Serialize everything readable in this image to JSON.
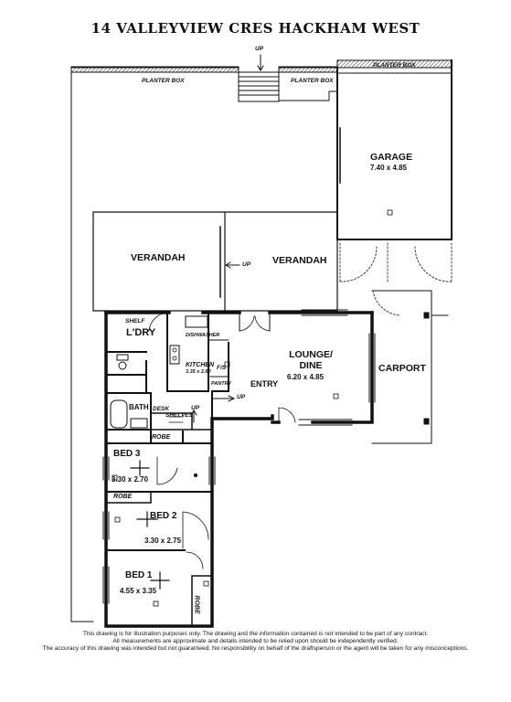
{
  "title": "14 VALLEYVIEW CRES HACKHAM WEST",
  "labels": {
    "up_top": "UP",
    "planter_left": "PLANTER BOX",
    "planter_mid": "PLANTER BOX",
    "planter_right": "PLANTER BOX",
    "garage": "GARAGE",
    "garage_dim": "7.40 x 4.85",
    "verandah_left": "VERANDAH",
    "verandah_right": "VERANDAH",
    "up_verandah": "UP",
    "shelf": "SHELF",
    "laundry": "L'DRY",
    "dishwasher": "DISHWASHER",
    "kitchen": "KITCHEN",
    "kitchen_dim": "3.35 x 2.60",
    "fs": "F/S",
    "pantry": "PANTRY",
    "lounge": "LOUNGE/",
    "dine": "DINE",
    "lounge_dim": "6.20 x 4.85",
    "carport": "CARPORT",
    "entry": "ENTRY",
    "up_entry": "UP",
    "bath": "BATH",
    "desk": "DESK",
    "shelves": "SHELVES",
    "up_hall": "UP",
    "robe3": "ROBE",
    "bed3": "BED 3",
    "bed3_dim": "3.30 x 2.70",
    "robe2": "ROBE",
    "bed2": "BED 2",
    "bed2_dim": "3.30 x 2.75",
    "bed1": "BED 1",
    "bed1_dim": "4.55 x 3.35",
    "robe1": "ROBE"
  },
  "disclaimer": {
    "line1": "This drawing is for illustration purposes only. The drawing and the information contained is not intended to be part of any contract.",
    "line2": "All measurements are approximate and details intended to be relied upon should be independently verified.",
    "line3": "The accuracy of this drawing was intended but not guaranteed. No responsibility on behalf of the draftsperson or the agent will be taken for any misconceptions."
  }
}
